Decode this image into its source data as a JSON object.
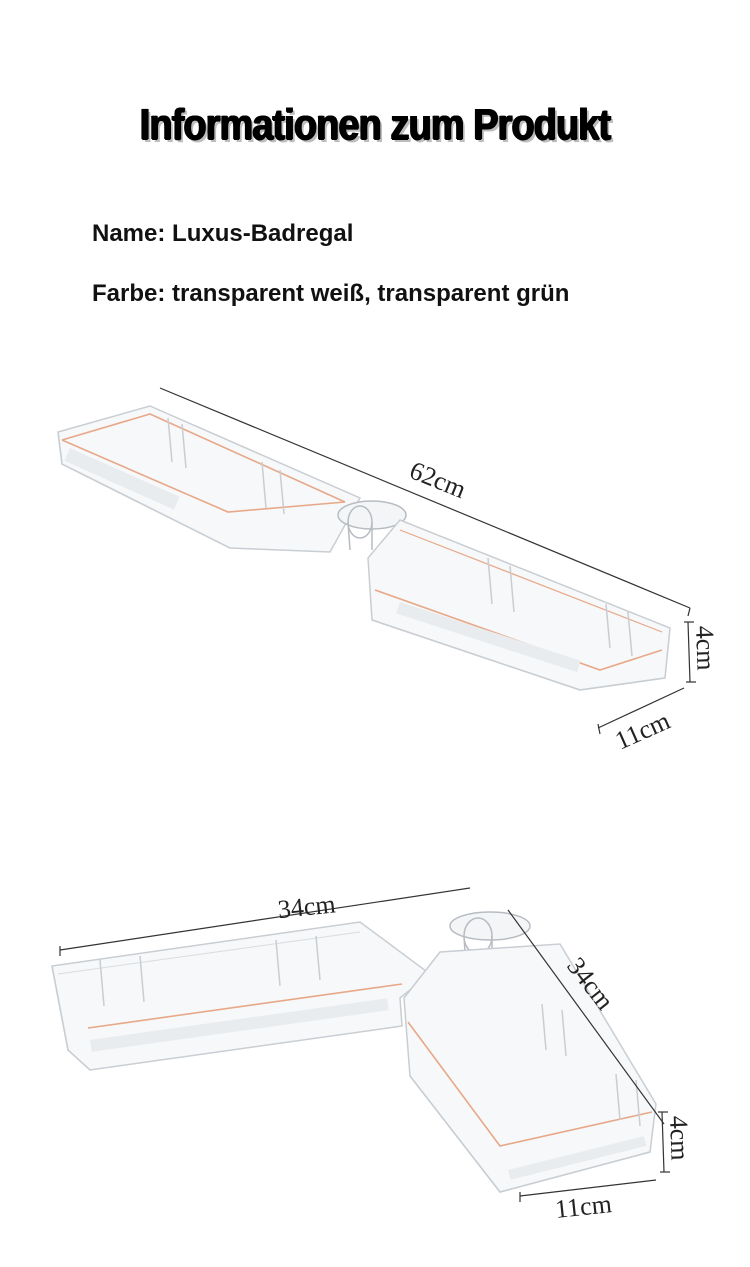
{
  "page": {
    "title": "Informationen zum Produkt",
    "name_line": "Name: Luxus-Badregal",
    "color_line": "Farbe: transparent weiß, transparent grün"
  },
  "straight_shelf": {
    "length": "62cm",
    "height": "4cm",
    "depth": "11cm"
  },
  "corner_shelf": {
    "arm_left": "34cm",
    "arm_right": "34cm",
    "height": "4cm",
    "depth": "11cm"
  },
  "colors": {
    "accent_edge": "#e8a888",
    "outline": "#c9ced3"
  }
}
